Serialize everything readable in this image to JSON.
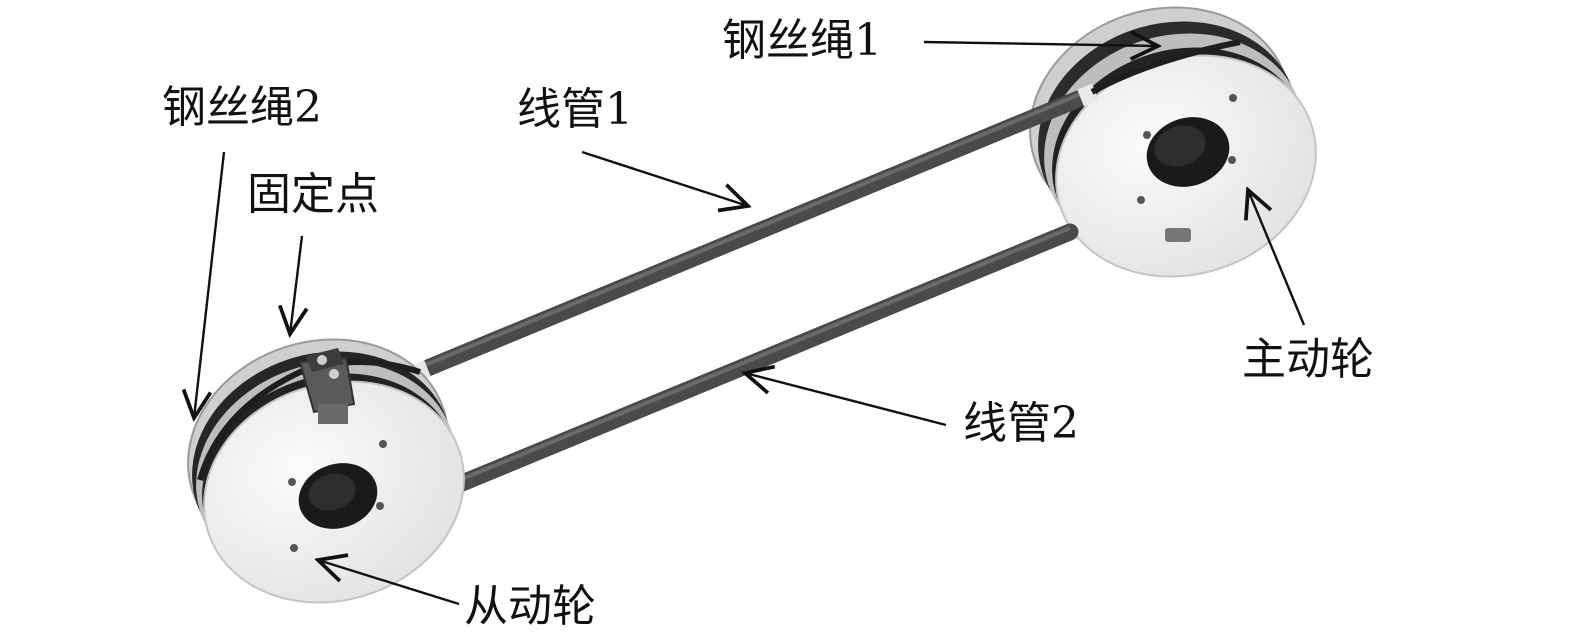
{
  "labels": {
    "wire_rope_1": "钢丝绳1",
    "wire_tube_1": "线管1",
    "wire_rope_2": "钢丝绳2",
    "fixed_point": "固定点",
    "driving_wheel": "主动轮",
    "wire_tube_2": "线管2",
    "driven_wheel": "从动轮"
  },
  "colors": {
    "wheel_face": "#f1f1f1",
    "wheel_rim": "#c9c9c9",
    "tube": "#4a4a4a",
    "wire_rope": "#1e1e1e",
    "hub": "#151515",
    "arrow": "#111111"
  }
}
